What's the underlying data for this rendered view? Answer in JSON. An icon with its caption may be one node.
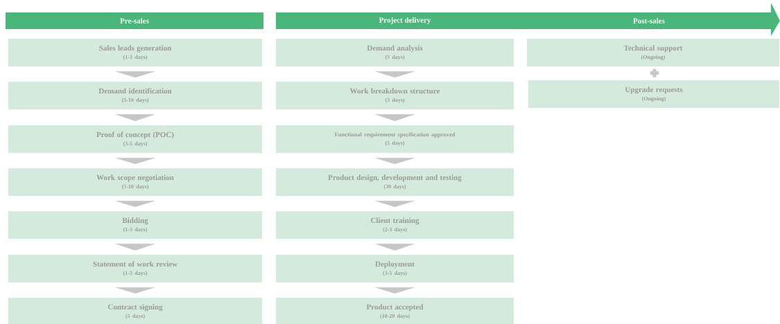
{
  "diagram": {
    "nodes": [
      {
        "text": [
          "Pre-sales"
        ]
      },
      {
        "text": [
          "Project delivery"
        ]
      },
      {
        "text": [
          "Post-sales"
        ]
      },
      {
        "text": [
          "Sales leads generation",
          "(1-3 days)"
        ]
      },
      {
        "text": [
          "Demand identification",
          "(5-10 days)"
        ]
      },
      {
        "text": [
          "Proof of concept (POC)",
          "(3-5 days)"
        ]
      },
      {
        "text": [
          "Work scope negotiation",
          "(5-10 days)"
        ]
      },
      {
        "text": [
          "Bidding",
          "(1-3 days)"
        ]
      },
      {
        "text": [
          "Statement of work review",
          "(1-3 days)"
        ]
      },
      {
        "text": [
          "Contract signing",
          "(5 days)"
        ]
      },
      {
        "text": [
          "Demand analysis",
          "(5 days)"
        ]
      },
      {
        "text": [
          "Work breakdown structure",
          "(3 days)"
        ]
      },
      {
        "text": [
          "Functional requirement specification approved",
          "(5 days)"
        ]
      },
      {
        "text": [
          "Product design, development and testing",
          "(30 days)"
        ]
      },
      {
        "text": [
          "Client training",
          "(2-3 days)"
        ]
      },
      {
        "text": [
          "Deployment",
          "(3-5 days)"
        ]
      },
      {
        "text": [
          "Product accepted",
          "(10-20 days)"
        ]
      },
      {
        "text": [
          "Technical support",
          "(Ongoing)"
        ]
      },
      {
        "text": [
          "Upgrade requests",
          "(Ongoing)"
        ]
      }
    ],
    "edges": [
      {
        "from": 3,
        "to": 4,
        "arrow": "to"
      },
      {
        "from": 4,
        "to": 5,
        "arrow": "to"
      },
      {
        "from": 5,
        "to": 6,
        "arrow": "to"
      },
      {
        "from": 6,
        "to": 7,
        "arrow": "to"
      },
      {
        "from": 7,
        "to": 8,
        "arrow": "to"
      },
      {
        "from": 8,
        "to": 9,
        "arrow": "to"
      },
      {
        "from": 10,
        "to": 11,
        "arrow": "to"
      },
      {
        "from": 11,
        "to": 12,
        "arrow": "to"
      },
      {
        "from": 12,
        "to": 13,
        "arrow": "to"
      },
      {
        "from": 13,
        "to": 14,
        "arrow": "to"
      },
      {
        "from": 14,
        "to": 15,
        "arrow": "to"
      },
      {
        "from": 15,
        "to": 16,
        "arrow": "to"
      }
    ]
  }
}
